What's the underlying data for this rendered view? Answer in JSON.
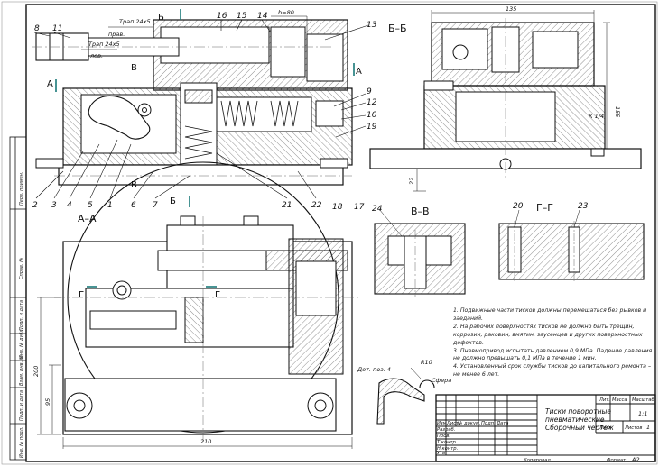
{
  "callouts": {
    "c1": "1",
    "c2": "2",
    "c3": "3",
    "c4": "4",
    "c5": "5",
    "c6": "6",
    "c7": "7",
    "c8": "8",
    "c9": "9",
    "c10": "10",
    "c11": "11",
    "c12": "12",
    "c13": "13",
    "c14": "14",
    "c15": "15",
    "c16": "16",
    "c17": "17",
    "c18": "18",
    "c19": "19",
    "c20": "20",
    "c21": "21",
    "c22": "22",
    "c23": "23",
    "c24": "24"
  },
  "sections": {
    "bb": "Б–Б",
    "aa": "А–А",
    "vv": "В–В",
    "gg": "Г–Г",
    "a": "А",
    "b": "Б",
    "v": "В",
    "g": "Г"
  },
  "thread_labels": {
    "tr1": "Трап 24х5",
    "tr1_dir": "прав.",
    "tr2": "Трап 24х5",
    "tr2_dir": "лев."
  },
  "dimensions": {
    "b80": "b=80",
    "d135": "135",
    "d155": "155",
    "d22": "22",
    "k14": "К 1/4",
    "d210": "210",
    "d200": "200",
    "d95": "95",
    "r10": "R10",
    "sphere": "Сфера",
    "detail": "Дет. поз. 4"
  },
  "notes": [
    "1. Подвижные части тисков должны перемещаться без рывков и заеданий.",
    "2. На рабочих поверхностях тисков не должно быть трещин, коррозии, раковин, вмятин, заусенцев и других поверхностных дефектов.",
    "3. Пневмопривод испытать давлением 0,9 МПа. Падение давления не должно превышать 0,1 МПа в течение 1 мин.",
    "4. Установленный срок службы тисков до капитального ремонта – не менее 6 лет."
  ],
  "title_block": {
    "title_l1": "Тиски поворотные",
    "title_l2": "пневматические",
    "title_l3": "Сборочный чертеж",
    "lit": "Лит.",
    "mass": "Масса",
    "scale": "Масштаб",
    "scale_val": "1:1",
    "sheet": "Лист",
    "sheets": "Листов",
    "sheets_val": "1",
    "izm": "Изм.",
    "list": "Лист",
    "ndoc": "№ докум.",
    "podp": "Подп.",
    "data": "Дата",
    "razrab": "Разраб.",
    "prov": "Пров.",
    "tkontr": "Т.контр.",
    "nkontr": "Н.контр.",
    "utv": "Утв.",
    "kopiroval": "Копировал",
    "format": "Формат",
    "format_val": "А2"
  },
  "side_strip": {
    "s1": "Перв. примен.",
    "s2": "Справ. №",
    "s3": "Подп. и дата",
    "s4": "Инв. № дубл.",
    "s5": "Взам. инв. №",
    "s6": "Подп. и дата",
    "s7": "Инв. № подл."
  }
}
